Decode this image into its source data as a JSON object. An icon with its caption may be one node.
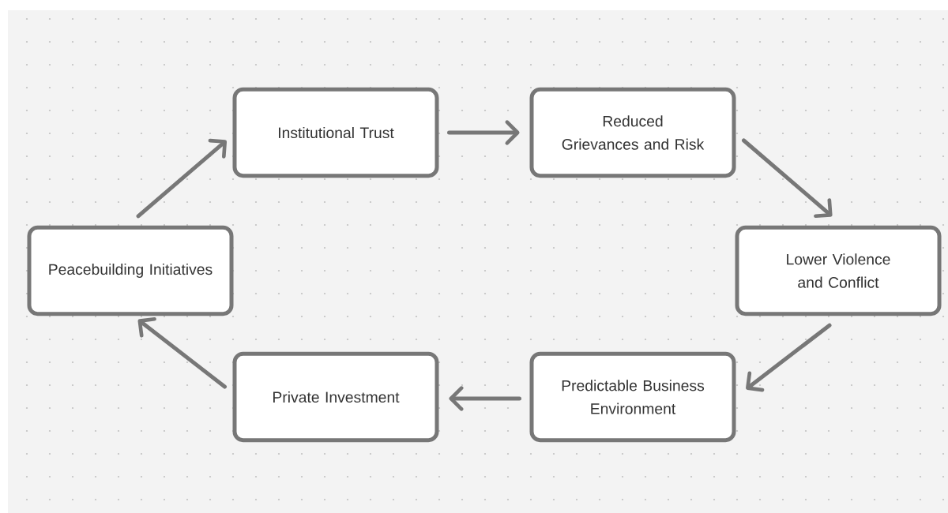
{
  "diagram": {
    "nodes": [
      {
        "text": [
          "Peacebuilding Initiatives"
        ]
      },
      {
        "text": [
          "Institutional Trust"
        ]
      },
      {
        "text": [
          "Reduced Grievances and Risk"
        ]
      },
      {
        "text": [
          "Lower Violence and Conflict"
        ]
      },
      {
        "text": [
          "Predictable Business Environment"
        ]
      },
      {
        "text": [
          "Private Investment"
        ]
      }
    ],
    "edges": [
      {
        "from": 0,
        "to": 1,
        "arrow": "to"
      },
      {
        "from": 1,
        "to": 2,
        "arrow": "to"
      },
      {
        "from": 2,
        "to": 3,
        "arrow": "to"
      },
      {
        "from": 3,
        "to": 4,
        "arrow": "to"
      },
      {
        "from": 4,
        "to": 5,
        "arrow": "to"
      },
      {
        "from": 5,
        "to": 0,
        "arrow": "to"
      }
    ]
  }
}
